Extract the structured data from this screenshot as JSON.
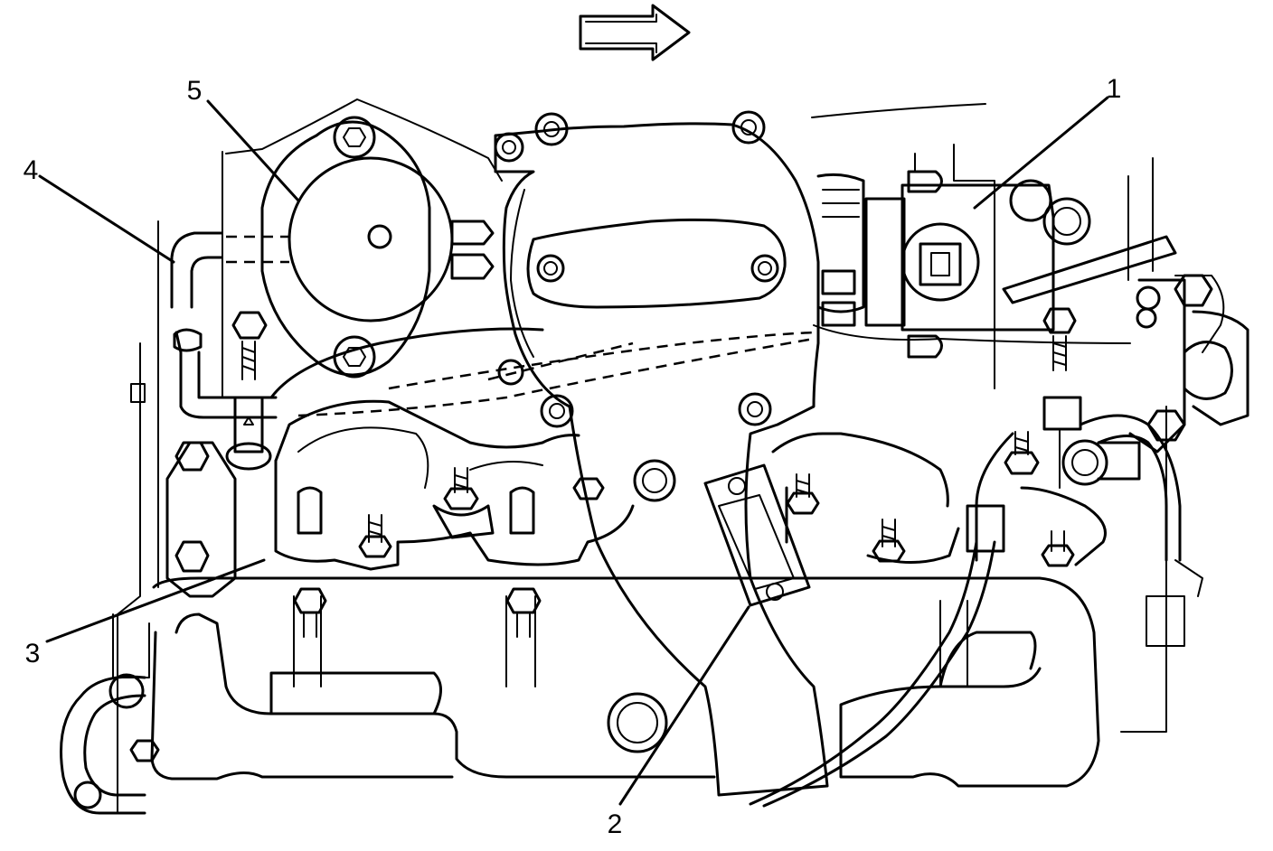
{
  "diagram": {
    "callouts": [
      {
        "id": "1",
        "label": "1"
      },
      {
        "id": "2",
        "label": "2"
      },
      {
        "id": "3",
        "label": "3"
      },
      {
        "id": "4",
        "label": "4"
      },
      {
        "id": "5",
        "label": "5"
      }
    ],
    "direction_arrow": "arrow-right-icon",
    "colors": {
      "line": "#000000",
      "background": "#ffffff"
    }
  }
}
